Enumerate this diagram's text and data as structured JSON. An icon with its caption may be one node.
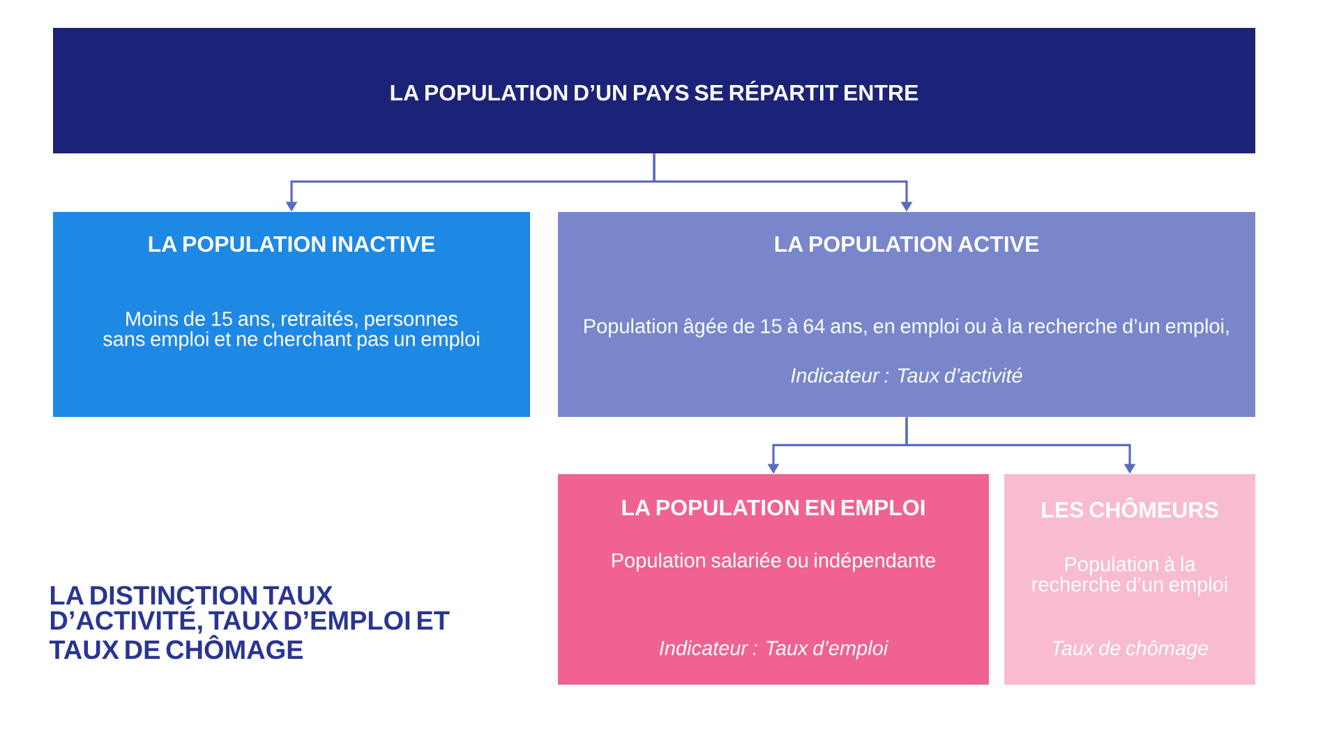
{
  "diagram": {
    "title": "LA DISTINCTION TAUX D’ACTIVITÉ, TAUX D’EMPLOI ET TAUX DE CHÔMAGE",
    "nodes": [
      {
        "text": [
          "LA POPULATION D’UN PAYS SE RÉPARTIT ENTRE"
        ]
      },
      {
        "text": [
          "LA POPULATION INACTIVE",
          "Moins de 15 ans, retraités, personnes sans emploi et ne cherchant pas un emploi"
        ]
      },
      {
        "text": [
          "LA POPULATION ACTIVE",
          "Population âgée de 15 à 64 ans, en emploi ou à la recherche d’un emploi,",
          "Indicateur : Taux d’activité"
        ]
      },
      {
        "text": [
          "LA POPULATION EN EMPLOI",
          "Population salariée ou indépendante",
          "Indicateur : Taux d’emploi"
        ]
      },
      {
        "text": [
          "LES CHÔMEURS",
          "Population à la recherche d’un emploi",
          "Taux de chômage"
        ]
      }
    ],
    "edges": [
      {
        "from": 0,
        "to": 1,
        "arrow": "to"
      },
      {
        "from": 0,
        "to": 2,
        "arrow": "to"
      },
      {
        "from": 2,
        "to": 3,
        "arrow": "to"
      },
      {
        "from": 2,
        "to": 4,
        "arrow": "to"
      }
    ]
  }
}
